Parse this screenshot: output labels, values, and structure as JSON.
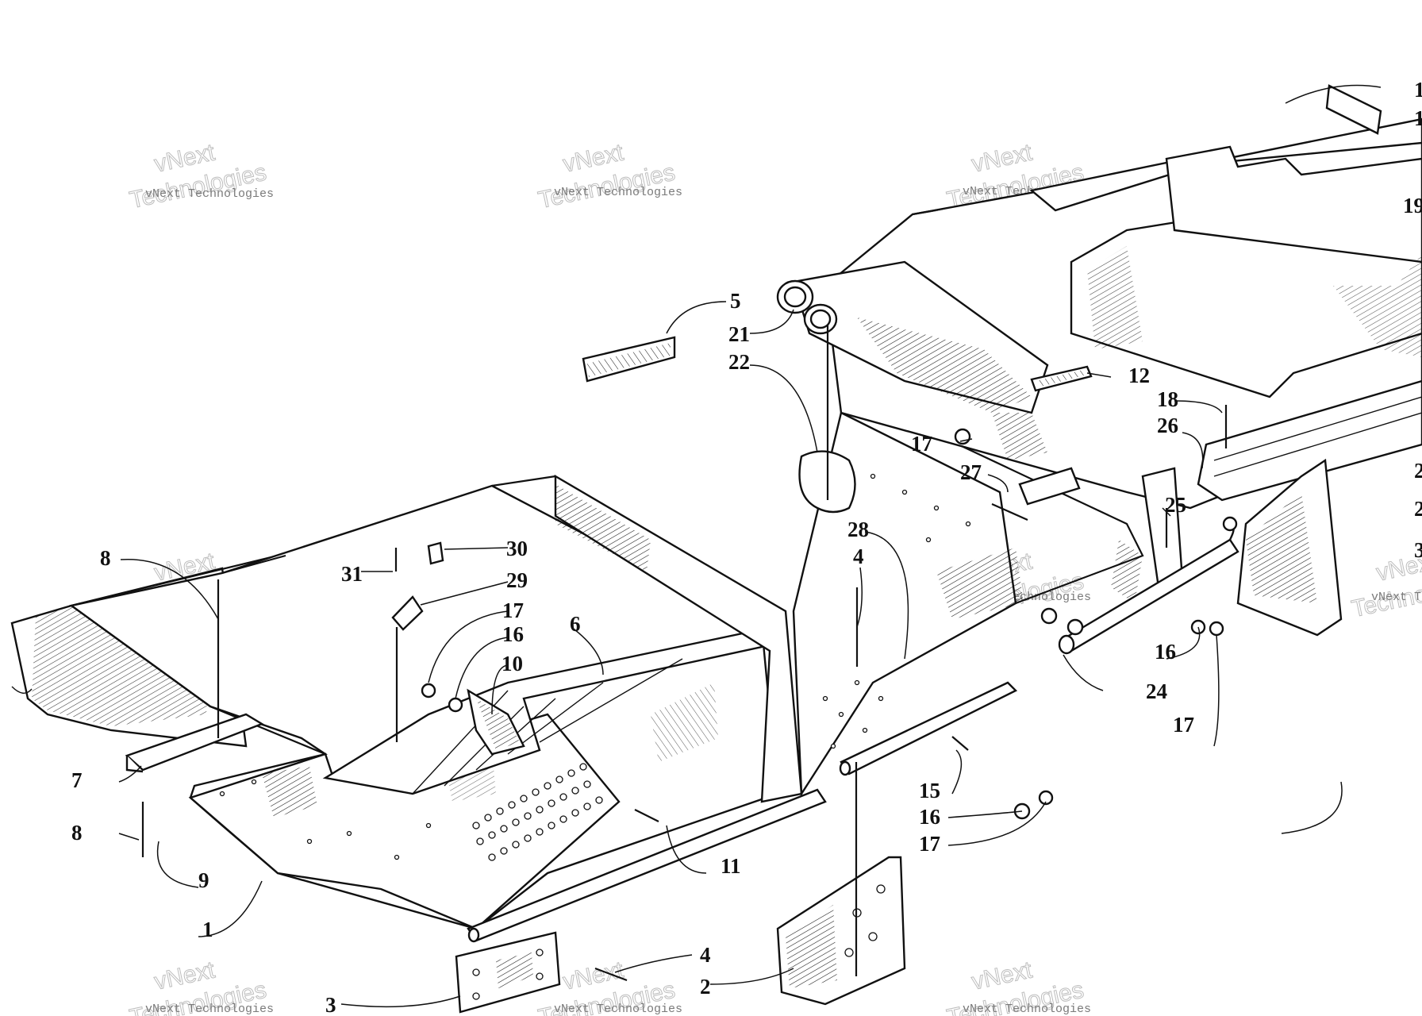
{
  "watermark": {
    "line1": "vNext Technologies",
    "line2": "vNext",
    "line3": "Technologies"
  },
  "callouts": [
    {
      "id": "c1",
      "text": "1"
    },
    {
      "id": "c2",
      "text": "2"
    },
    {
      "id": "c3",
      "text": "3"
    },
    {
      "id": "c4a",
      "text": "4"
    },
    {
      "id": "c4b",
      "text": "4"
    },
    {
      "id": "c5",
      "text": "5"
    },
    {
      "id": "c6",
      "text": "6"
    },
    {
      "id": "c7",
      "text": "7"
    },
    {
      "id": "c8a",
      "text": "8"
    },
    {
      "id": "c8b",
      "text": "8"
    },
    {
      "id": "c9",
      "text": "9"
    },
    {
      "id": "c10",
      "text": "10"
    },
    {
      "id": "c11",
      "text": "11"
    },
    {
      "id": "c12",
      "text": "12"
    },
    {
      "id": "c15",
      "text": "15"
    },
    {
      "id": "c16a",
      "text": "16"
    },
    {
      "id": "c16b",
      "text": "16"
    },
    {
      "id": "c16c",
      "text": "16"
    },
    {
      "id": "c17a",
      "text": "17"
    },
    {
      "id": "c17b",
      "text": "17"
    },
    {
      "id": "c17c",
      "text": "17"
    },
    {
      "id": "c17d",
      "text": "17"
    },
    {
      "id": "c18",
      "text": "18"
    },
    {
      "id": "c19",
      "text": "19"
    },
    {
      "id": "c21",
      "text": "21"
    },
    {
      "id": "c22",
      "text": "22"
    },
    {
      "id": "c24",
      "text": "24"
    },
    {
      "id": "c25",
      "text": "25"
    },
    {
      "id": "c26",
      "text": "26"
    },
    {
      "id": "c27",
      "text": "27"
    },
    {
      "id": "c28",
      "text": "28"
    },
    {
      "id": "c29",
      "text": "29"
    },
    {
      "id": "c30",
      "text": "30"
    },
    {
      "id": "c31",
      "text": "31"
    },
    {
      "id": "c1r",
      "text": "1"
    },
    {
      "id": "c1r2",
      "text": "1"
    },
    {
      "id": "c2r",
      "text": "2"
    },
    {
      "id": "c2r2",
      "text": "2"
    },
    {
      "id": "c3r",
      "text": "3"
    }
  ]
}
